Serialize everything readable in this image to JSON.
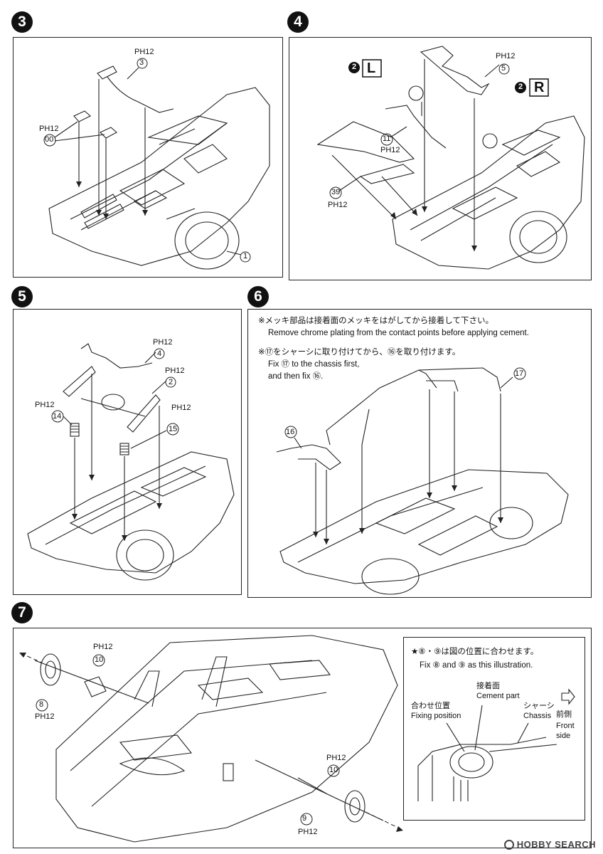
{
  "steps": {
    "s3": {
      "number": "3",
      "labels": {
        "ph_a": "PH12",
        "part_a": "3",
        "ph_b": "PH12",
        "part_b": "00",
        "part_c": "1"
      }
    },
    "s4": {
      "number": "4",
      "labels": {
        "ph_a": "PH12",
        "part_a": "5",
        "marker_l_num": "2",
        "marker_l": "L",
        "marker_r_num": "2",
        "marker_r": "R",
        "part_b": "11",
        "ph_b": "PH12",
        "part_c": "39",
        "ph_c": "PH12"
      }
    },
    "s5": {
      "number": "5",
      "labels": {
        "ph_a": "PH12",
        "part_a": "4",
        "ph_b": "PH12",
        "part_b": "2",
        "ph_c": "PH12",
        "part_c": "14",
        "ph_d": "PH12",
        "part_d": "15"
      }
    },
    "s6": {
      "number": "6",
      "notes": {
        "jp1": "※メッキ部品は接着面のメッキをはがしてから接着して下さい。",
        "en1": "Remove chrome plating from the contact points before applying cement.",
        "jp2": "※⑰をシャーシに取り付けてから、⑯を取り付けます。",
        "en2a": "Fix ⑰ to the chassis first,",
        "en2b": "and then fix ⑯."
      },
      "labels": {
        "part_a": "17",
        "part_b": "16"
      }
    },
    "s7": {
      "number": "7",
      "labels": {
        "ph_a": "PH12",
        "part_a": "10",
        "part_b": "8",
        "ph_b": "PH12",
        "ph_c": "PH12",
        "part_c": "10",
        "part_d": "9",
        "ph_d": "PH12"
      },
      "callout": {
        "jp_title": "★⑧・⑨は図の位置に合わせます。",
        "en_title": "Fix ⑧ and ⑨ as this illustration.",
        "cement_jp": "接着面",
        "cement_en": "Cement part",
        "fixing_jp": "合わせ位置",
        "fixing_en": "Fixing position",
        "chassis_jp": "シャーシ",
        "chassis_en": "Chassis",
        "front_jp": "前側",
        "front_en1": "Front",
        "front_en2": "side"
      }
    }
  },
  "watermark": "HOBBY SEARCH",
  "colors": {
    "ink": "#111111",
    "line": "#222222",
    "hatch": "#555555"
  }
}
